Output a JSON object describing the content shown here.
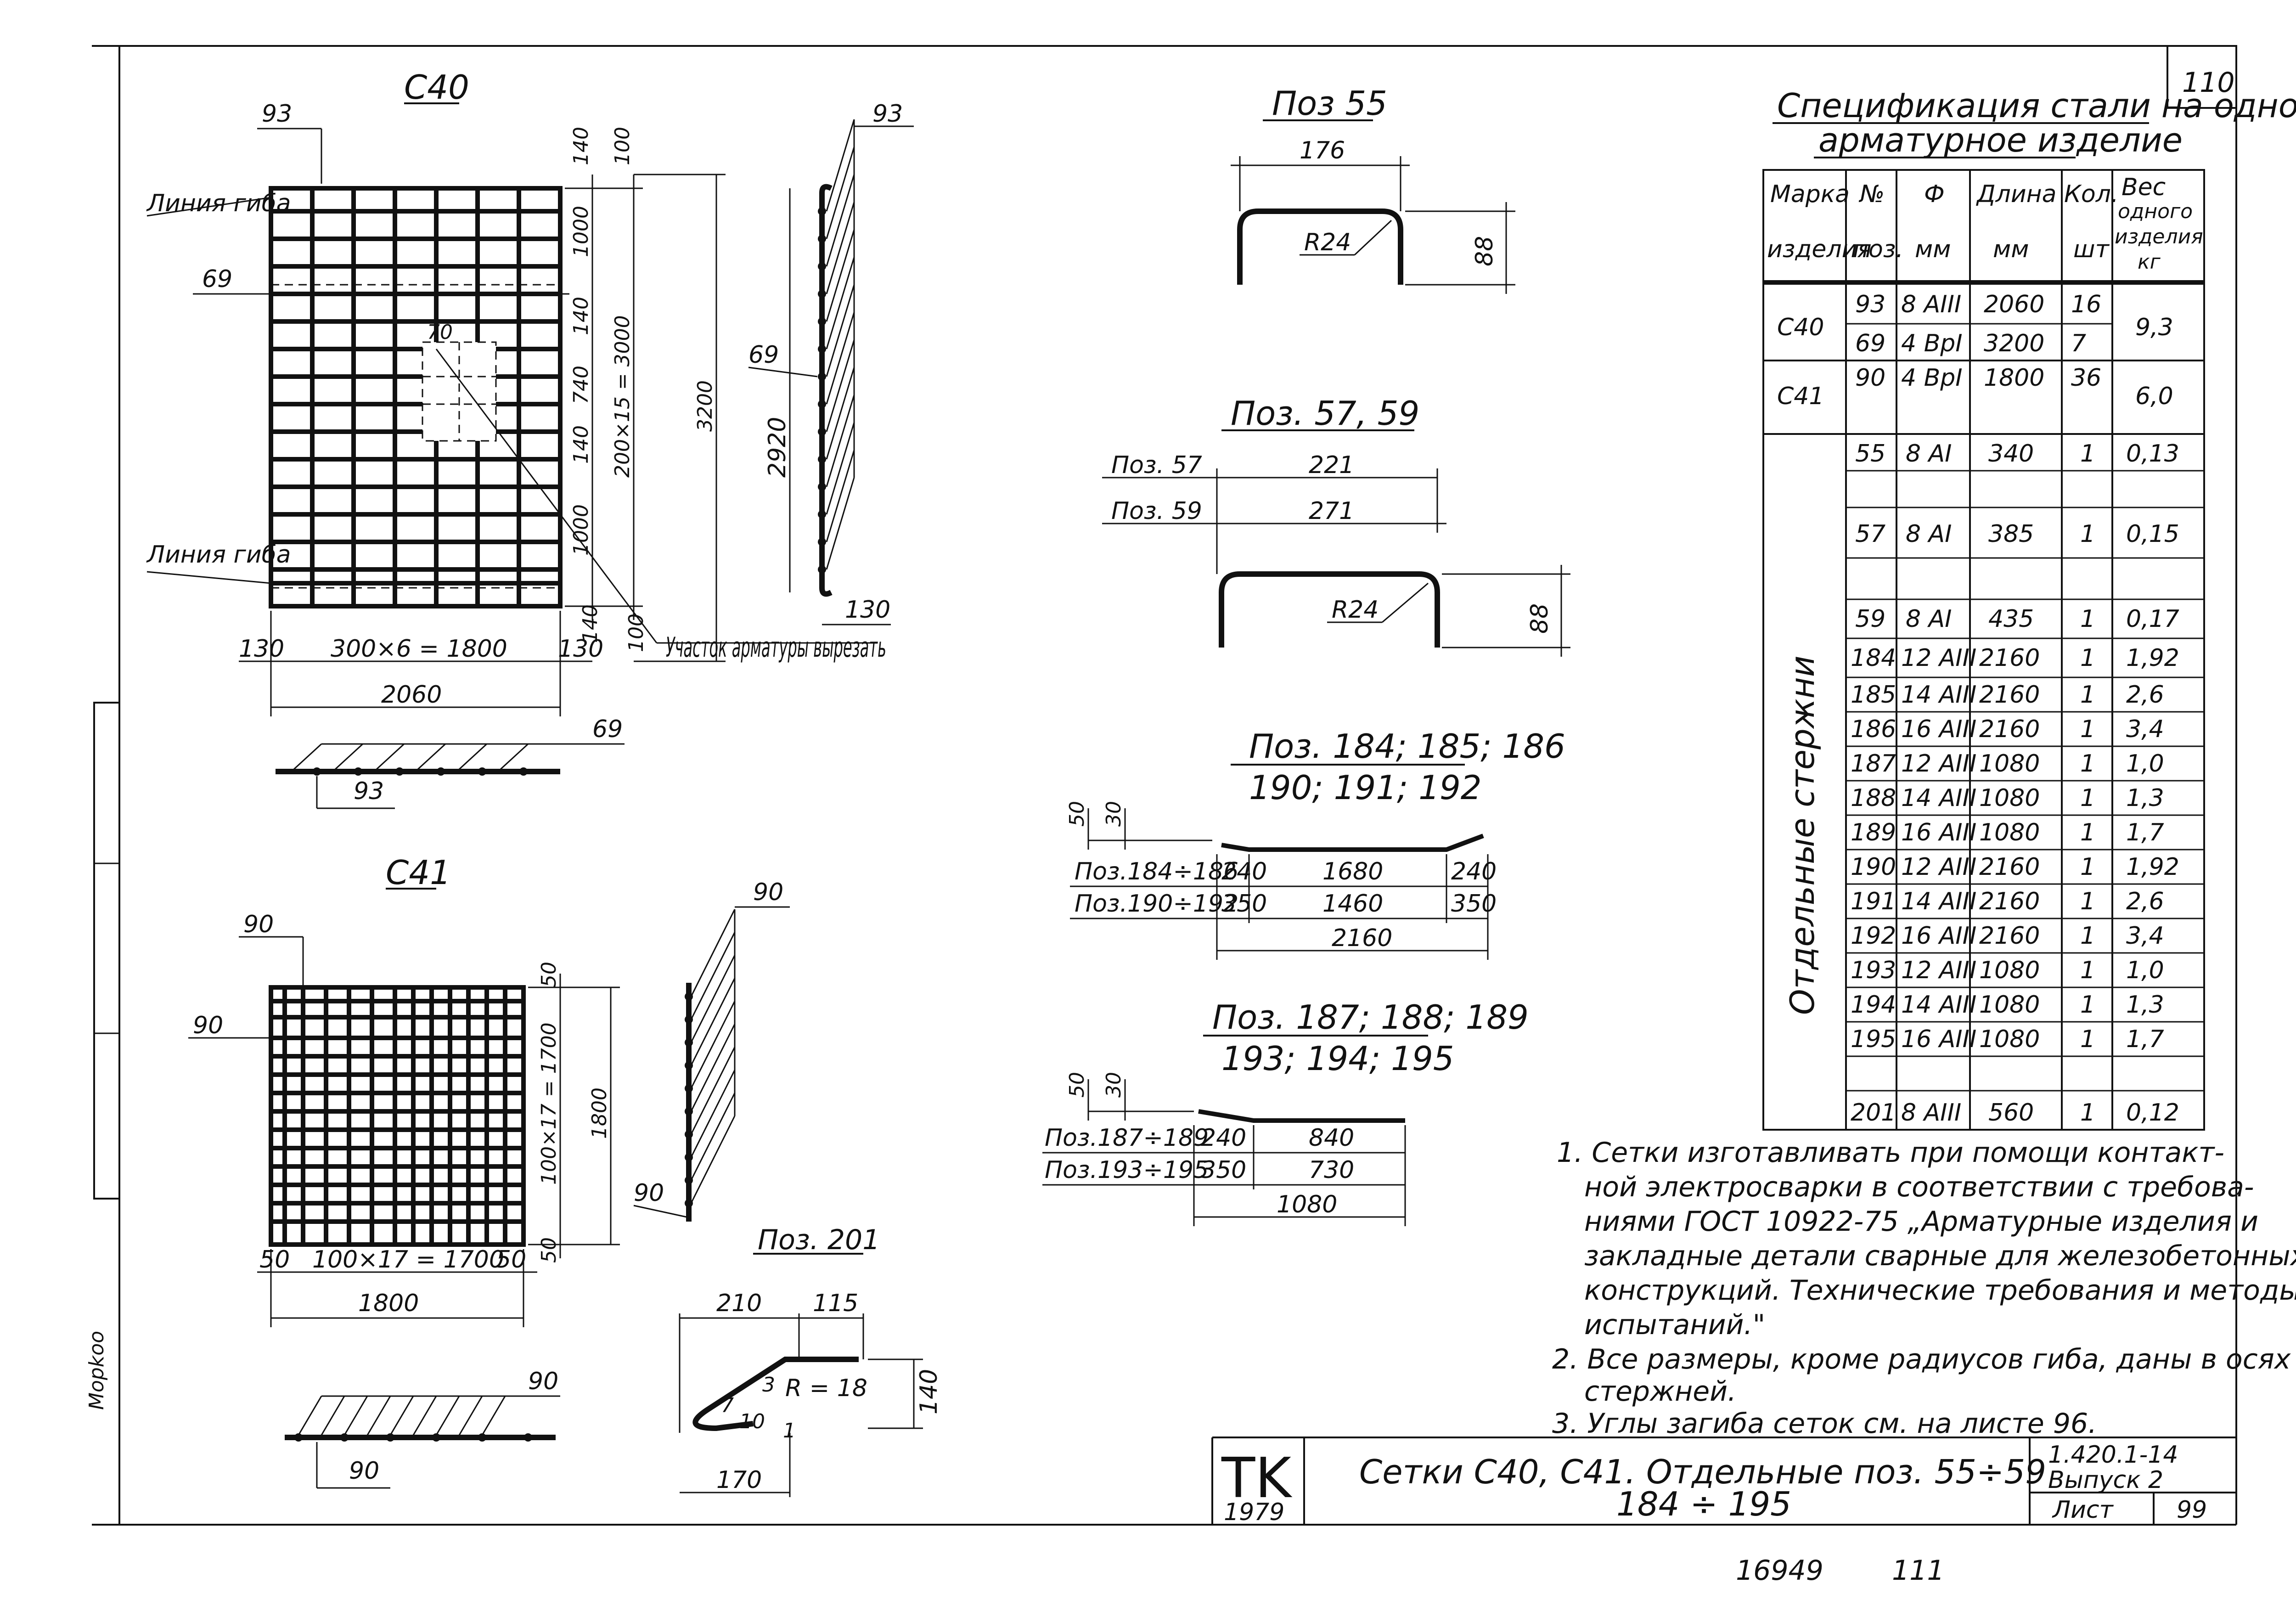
{
  "sheet_number_top": "110",
  "frame_side_label": "Mopkoo",
  "title_block": {
    "tk_mark": "TK",
    "tk_year": "1979",
    "title_line1": "Сетки С40, С41. Отдельные поз. 55÷59",
    "title_line2": "184 ÷ 195",
    "doc_code": "1.420.1-14",
    "issue": "Выпуск 2",
    "sheet_label": "Лист",
    "sheet_no": "99"
  },
  "bottom_stamp": {
    "code": "16949",
    "suffix": "111"
  },
  "mesh_c40": {
    "title": "С40",
    "labels": {
      "pos93": "93",
      "pos69": "69",
      "bend_line_1": "Линия гиба",
      "bend_line_2": "Линия гиба",
      "cutout_dim": "70",
      "cut_note": "Участок арматуры вырезать"
    },
    "dims": {
      "d140_top": "140",
      "d100_top": "100",
      "d1000_a": "1000",
      "d140_mid": "140",
      "d740": "740",
      "d140_mid2": "140",
      "d1000_b": "1000",
      "d140_bot": "140",
      "d100_bot": "100",
      "step_v": "200×15 = 3000",
      "total_v": "3200",
      "side_2920": "2920",
      "side_130": "130",
      "pos93_side": "93",
      "pos69_side": "69",
      "left_130": "130",
      "step_h": "300×6 = 1800",
      "right_130": "130",
      "total_h": "2060"
    },
    "section": {
      "pos69": "69",
      "pos93": "93"
    }
  },
  "mesh_c41": {
    "title": "С41",
    "labels": {
      "pos90_top": "90",
      "pos90_left": "90",
      "pos90_side_top": "90",
      "pos90_side_bot": "90"
    },
    "dims": {
      "d50_top": "50",
      "step_v": "100×17 = 1700",
      "total_v": "1800",
      "d50_bot": "50",
      "left_50": "50",
      "step_h": "100×17 = 1700",
      "right_50": "50",
      "total_h": "1800"
    },
    "section": {
      "pos90_top": "90",
      "pos90_bot": "90"
    }
  },
  "pos201": {
    "title": "Поз. 201",
    "d210": "210",
    "d115": "115",
    "d140": "140",
    "radius": "R = 18",
    "slope_a": "3",
    "slope_b": "7",
    "slope_c": "10",
    "slope_d": "1",
    "d170": "170"
  },
  "pos55": {
    "title": "Поз 55",
    "width": "176",
    "radius": "R24",
    "height": "88"
  },
  "pos57_59": {
    "title": "Поз. 57, 59",
    "row1_label": "Поз. 57",
    "row1_value": "221",
    "row2_label": "Поз. 59",
    "row2_value": "271",
    "radius": "R24",
    "height": "88"
  },
  "pos184": {
    "title_line1": "Поз. 184; 185; 186",
    "title_line2": "190; 191; 192",
    "d50": "50",
    "d30": "30",
    "rows": [
      {
        "label": "Поз.184÷186",
        "a": "240",
        "b": "1680",
        "c": "240"
      },
      {
        "label": "Поз.190÷192",
        "a": "350",
        "b": "1460",
        "c": "350"
      }
    ],
    "total": "2160"
  },
  "pos187": {
    "title_line1": "Поз. 187; 188; 189",
    "title_line2": "193; 194; 195",
    "d50": "50",
    "d30": "30",
    "rows": [
      {
        "label": "Поз.187÷189",
        "a": "240",
        "b": "840"
      },
      {
        "label": "Поз.193÷195",
        "a": "350",
        "b": "730"
      }
    ],
    "total": "1080"
  },
  "spec": {
    "title_line1": "Спецификация стали на одно",
    "title_line2": "арматурное изделие",
    "headers": {
      "mark": [
        "Марка",
        "изделия"
      ],
      "pos": [
        "№",
        "поз."
      ],
      "dia": [
        "Ф",
        "мм"
      ],
      "len": [
        "Длина",
        "мм"
      ],
      "qty": [
        "Кол.",
        "шт"
      ],
      "weight": [
        "Вес",
        "одного",
        "изделия",
        "кг"
      ]
    },
    "group_separate": "Отдельные стержни",
    "mesh_rows": [
      {
        "mark": "С40",
        "pos": "93",
        "dia": "8 AIII",
        "len": "2060",
        "qty": "16",
        "weight": "9,3"
      },
      {
        "mark": "",
        "pos": "69",
        "dia": "4 BpI",
        "len": "3200",
        "qty": "7",
        "weight": ""
      },
      {
        "mark": "С41",
        "pos": "90",
        "dia": "4 BpI",
        "len": "1800",
        "qty": "36",
        "weight": "6,0"
      }
    ],
    "bar_rows": [
      {
        "pos": "55",
        "dia": "8 AI",
        "len": "340",
        "qty": "1",
        "weight": "0,13"
      },
      {
        "pos": "57",
        "dia": "8 AI",
        "len": "385",
        "qty": "1",
        "weight": "0,15"
      },
      {
        "pos": "59",
        "dia": "8 AI",
        "len": "435",
        "qty": "1",
        "weight": "0,17"
      },
      {
        "pos": "184",
        "dia": "12 AIII",
        "len": "2160",
        "qty": "1",
        "weight": "1,92"
      },
      {
        "pos": "185",
        "dia": "14 AIII",
        "len": "2160",
        "qty": "1",
        "weight": "2,6"
      },
      {
        "pos": "186",
        "dia": "16 AIII",
        "len": "2160",
        "qty": "1",
        "weight": "3,4"
      },
      {
        "pos": "187",
        "dia": "12 AIII",
        "len": "1080",
        "qty": "1",
        "weight": "1,0"
      },
      {
        "pos": "188",
        "dia": "14 AIII",
        "len": "1080",
        "qty": "1",
        "weight": "1,3"
      },
      {
        "pos": "189",
        "dia": "16 AIII",
        "len": "1080",
        "qty": "1",
        "weight": "1,7"
      },
      {
        "pos": "190",
        "dia": "12 AIII",
        "len": "2160",
        "qty": "1",
        "weight": "1,92"
      },
      {
        "pos": "191",
        "dia": "14 AIII",
        "len": "2160",
        "qty": "1",
        "weight": "2,6"
      },
      {
        "pos": "192",
        "dia": "16 AIII",
        "len": "2160",
        "qty": "1",
        "weight": "3,4"
      },
      {
        "pos": "193",
        "dia": "12 AIII",
        "len": "1080",
        "qty": "1",
        "weight": "1,0"
      },
      {
        "pos": "194",
        "dia": "14 AIII",
        "len": "1080",
        "qty": "1",
        "weight": "1,3"
      },
      {
        "pos": "195",
        "dia": "16 AIII",
        "len": "1080",
        "qty": "1",
        "weight": "1,7"
      },
      {
        "pos": "201",
        "dia": "8 AIII",
        "len": "560",
        "qty": "1",
        "weight": "0,12"
      }
    ]
  },
  "notes": [
    "1. Сетки изготавливать при помощи контакт-",
    "ной электросварки в соответствии с требова-",
    "ниями ГОСТ 10922-75 „Арматурные изделия и",
    "закладные детали сварные для железобетонных",
    "конструкций. Технические требования и методы",
    "испытаний.\"",
    "2. Все размеры, кроме радиусов гиба, даны в осях",
    "стержней.",
    "3. Углы загиба сеток см. на листе 96."
  ]
}
